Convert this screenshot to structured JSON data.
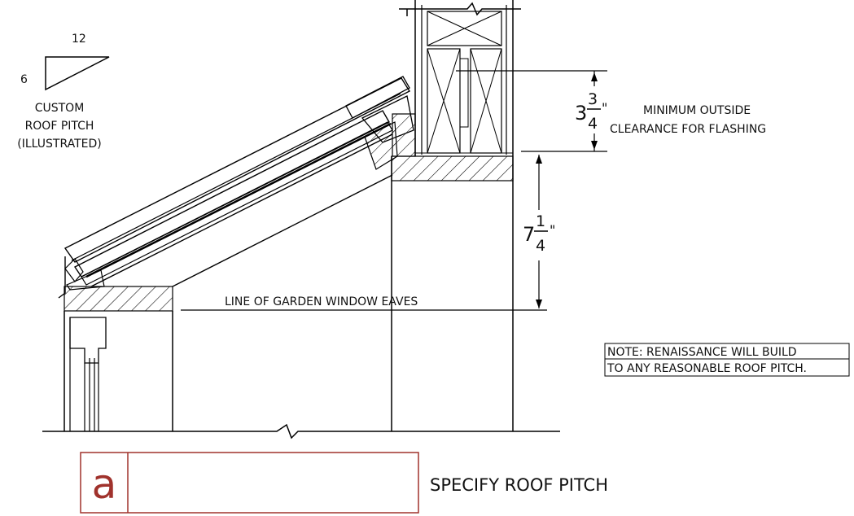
{
  "pitch_symbol": {
    "run": "12",
    "rise": "6"
  },
  "pitch_caption": {
    "line1": "CUSTOM",
    "line2": "ROOF PITCH",
    "line3": "(ILLUSTRATED)"
  },
  "dim_upper": {
    "whole": "3",
    "num": "3",
    "den": "4",
    "unit": "\""
  },
  "dim_lower": {
    "whole": "7",
    "num": "1",
    "den": "4",
    "unit": "\""
  },
  "clearance": {
    "line1": "MINIMUM OUTSIDE",
    "line2": "CLEARANCE FOR FLASHING"
  },
  "eaves_label": "LINE OF GARDEN WINDOW EAVES",
  "note": {
    "line1": "NOTE: RENAISSANCE WILL BUILD",
    "line2": "TO ANY REASONABLE ROOF PITCH."
  },
  "input_box": {
    "letter": "a",
    "value": ""
  },
  "specify_label": "SPECIFY ROOF PITCH",
  "colors": {
    "accent": "#a0322c",
    "line": "#000000"
  }
}
